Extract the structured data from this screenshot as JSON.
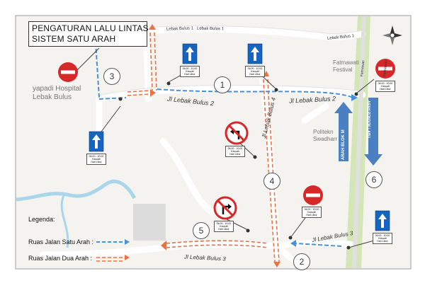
{
  "title": {
    "line1": "PENGATURAN LALU LINTAS",
    "line2": "SISTEM SATU ARAH"
  },
  "legend": {
    "title": "Legenda:",
    "one_way_label": "Ruas Jalan Satu Arah :",
    "two_way_label": "Ruas Jalan Dua Arah  :"
  },
  "colors": {
    "one_way": "#4a90d9",
    "two_way": "#e8734a",
    "road": "#f2f2f2",
    "green_corridor": "#d4e6b5",
    "river": "#a9d6ea",
    "sign_blue": "#1565c0",
    "no_entry_red": "#d62828",
    "direction_arrow": "#4a7fc1"
  },
  "streets": {
    "lebak_bulus_top_left": "Lebak Bulus 1",
    "lebak_bulus_top_mid": "Lebak Bulus 1",
    "lebak_bulus_top_right": "Lebak Bulus 1",
    "lebak_bulus_2_left": "Jl Lebak Bulus 2",
    "lebak_bulus_2_right": "Jl Lebak Bulus 2",
    "lebak_bulus_4": "Jl Lebak Bulus 4",
    "lebak_bulus_3_left": "Jl Lebak Bulus 3",
    "lebak_bulus_3_right": "Jl Lebak Bulus 3",
    "fatmawati_left": "Fatmawati",
    "fatmawati_right": "Fatmawati"
  },
  "places": {
    "hospital_line1": "yapadi Hospital",
    "hospital_line2": "Lebak Bulus",
    "festival_line1": "Fatmawati",
    "festival_line2": "Festival",
    "politek_line1": "Politekn",
    "politek_line2": "Swadharr"
  },
  "direction_labels": {
    "blok_m": "ARAH BLOK M",
    "pondok_labu": "ARAH PONDOK LABU"
  },
  "points": {
    "p1": "1",
    "p2": "2",
    "p3": "3",
    "p4": "4",
    "p5": "5",
    "p6": "6"
  },
  "sign_text": {
    "time": "06.00 - 10.00",
    "except": "Kecuali",
    "holiday": "Hari Libur"
  },
  "icons": {
    "compass": "compass-rose-icon",
    "one_way": "one-way-arrow-sign-icon",
    "no_entry": "no-entry-sign-icon",
    "no_left": "no-left-turn-sign-icon",
    "no_right": "no-right-turn-sign-icon"
  }
}
